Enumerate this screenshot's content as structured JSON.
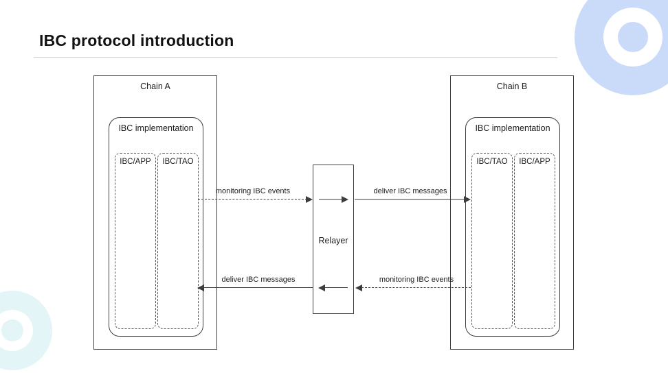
{
  "slide": {
    "title": "IBC protocol introduction"
  },
  "diagram": {
    "chain_a": {
      "label": "Chain A",
      "implementation": {
        "label": "IBC implementation",
        "modules": [
          {
            "label": "IBC/APP"
          },
          {
            "label": "IBC/TAO"
          }
        ]
      }
    },
    "chain_b": {
      "label": "Chain B",
      "implementation": {
        "label": "IBC implementation",
        "modules": [
          {
            "label": "IBC/TAO"
          },
          {
            "label": "IBC/APP"
          }
        ]
      }
    },
    "relayer": {
      "label": "Relayer"
    },
    "flows": {
      "a_to_relayer": {
        "label": "monitoring IBC events"
      },
      "relayer_to_b": {
        "label": "deliver IBC messages"
      },
      "relayer_to_a": {
        "label": "deliver IBC messages"
      },
      "b_to_relayer": {
        "label": "monitoring IBC events"
      }
    }
  },
  "colors": {
    "decoration_blue": "#c9dbf8",
    "decoration_cyan": "#e4f5f8",
    "line": "#3d3d3d",
    "line_soft": "#555555",
    "text": "#1a1a1a"
  }
}
